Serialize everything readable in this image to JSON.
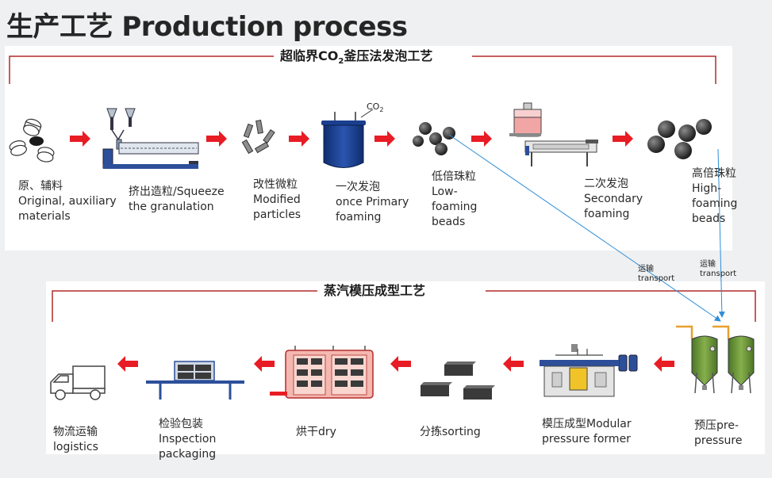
{
  "header": {
    "title": "生产工艺 Production process"
  },
  "section1": {
    "label_main": "超临界CO",
    "label_sub": "2",
    "label_tail": "釜压法发泡工艺"
  },
  "section2": {
    "label": "蒸汽模压成型工艺"
  },
  "vessel": {
    "gas_main": "CO",
    "gas_sub": "2"
  },
  "steps_top": [
    {
      "caption": "原、辅料\nOriginal, auxiliary\nmaterials"
    },
    {
      "caption": "挤出造粒/Squeeze\nthe granulation"
    },
    {
      "caption": "改性微粒\nModified\nparticles"
    },
    {
      "caption": "一次发泡\nonce Primary\nfoaming"
    },
    {
      "caption": "低倍珠粒\nLow-\nfoaming\nbeads"
    },
    {
      "caption": "二次发泡\nSecondary\nfoaming"
    },
    {
      "caption": "高倍珠粒\nHigh-\nfoaming\nbeads"
    }
  ],
  "steps_bottom": [
    {
      "caption": "物流运输\nlogistics"
    },
    {
      "caption": "检验包装\nInspection\npackaging"
    },
    {
      "caption": "烘干dry"
    },
    {
      "caption": "分拣sorting"
    },
    {
      "caption": "模压成型Modular\npressure former"
    },
    {
      "caption": "预压pre-\npressure"
    }
  ],
  "transport": {
    "label1": "运输\ntransport",
    "label2": "运输\ntransport"
  },
  "colors": {
    "bracket_red": "#b32a2a",
    "arrow_red": "#e81c24",
    "transport_blue": "#2e8ed8",
    "vessel_navy": "#1a3f8f",
    "tank_green": "#6f9a3a"
  }
}
